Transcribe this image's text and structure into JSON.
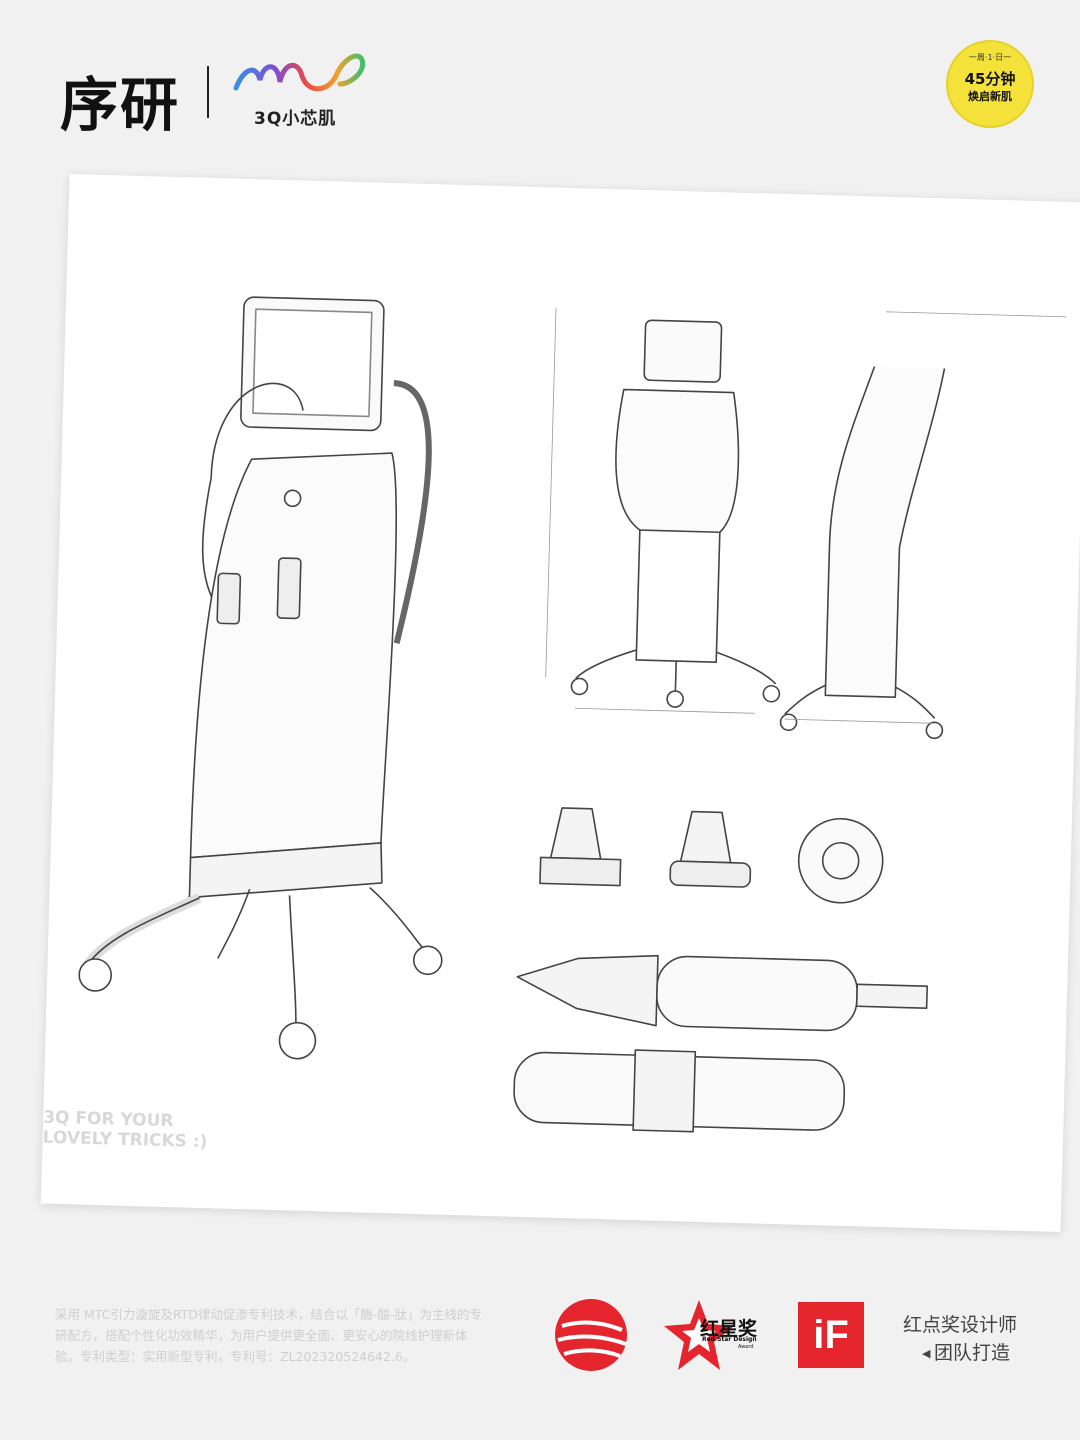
{
  "header": {
    "brand_cn": "序研",
    "logo_sub": "3Q小芯肌",
    "badge": {
      "top": "一周·1·日一",
      "main": "45分钟",
      "sub": "焕启新肌"
    }
  },
  "sheet": {
    "slogan_line1": "3Q FOR YOUR",
    "slogan_line2": "LOVELY TRICKS :)"
  },
  "footer": {
    "description": "采用 MTC引力漩旋及RTD律动促渗专利技术，结合以「酶-酸-肽」为主线的专研配方，搭配个性化功效精华，为用户提供更全面、更安心的院线护理新体验。专利类型：实用新型专利，专利号：ZL202320524642.6。",
    "award_line1": "红点奖设计师",
    "award_line2": "团队打造",
    "red_star_cn": "红星奖",
    "red_star_en1": "Red Star Design",
    "red_star_en2": "Award",
    "if_label": "iF"
  },
  "colors": {
    "badge": "#f4e23a",
    "award_red": "#e4252d",
    "sheet": "#ffffff",
    "bg": "#f1f1f1"
  }
}
